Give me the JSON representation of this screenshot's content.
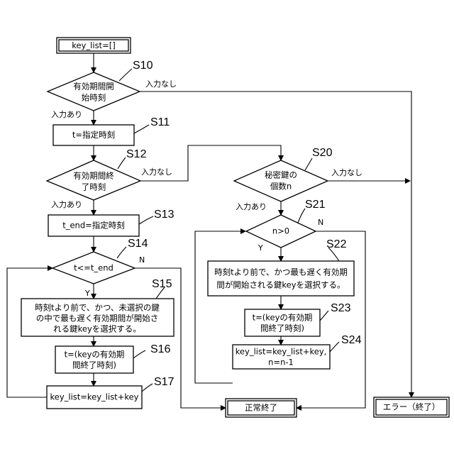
{
  "nodes": {
    "start": "key_list=[]",
    "s10": [
      "有効期間開",
      "始時刻"
    ],
    "s11": "t=指定時刻",
    "s12": [
      "有効期間終",
      "了時刻"
    ],
    "s13": "t_end=指定時刻",
    "s14": "t<=t_end",
    "s15": [
      "時刻tより前で、かつ、未選択の鍵",
      "の中で最も遅く有効期間が開始さ",
      "れる鍵keyを選択する。"
    ],
    "s16": [
      "t=(keyの有効期",
      "間終了時刻)"
    ],
    "s17": "key_list=key_list+key",
    "s20": [
      "秘密鍵の",
      "個数n"
    ],
    "s21": "n>0",
    "s22": [
      "時刻tより前で、かつ最も遅く有効期",
      "間が開始される鍵keyを選択する。"
    ],
    "s23": [
      "t=(keyの有効期",
      "間終了時刻)"
    ],
    "s24": [
      "key_list=key_list+key,",
      "n=n-1"
    ],
    "end_normal": "正常終了",
    "end_error": "エラー（終了）"
  },
  "step_labels": {
    "s10": "S10",
    "s11": "S11",
    "s12": "S12",
    "s13": "S13",
    "s14": "S14",
    "s15": "S15",
    "s16": "S16",
    "s17": "S17",
    "s20": "S20",
    "s21": "S21",
    "s22": "S22",
    "s23": "S23",
    "s24": "S24"
  },
  "edge_labels": {
    "s10_yes": "入力あり",
    "s10_no": "入力なし",
    "s12_yes": "入力あり",
    "s12_no": "入力なし",
    "s14_yes": "Y",
    "s14_no": "N",
    "s20_yes": "入力あり",
    "s20_no": "入力なし",
    "s21_yes": "Y",
    "s21_no": "N"
  }
}
